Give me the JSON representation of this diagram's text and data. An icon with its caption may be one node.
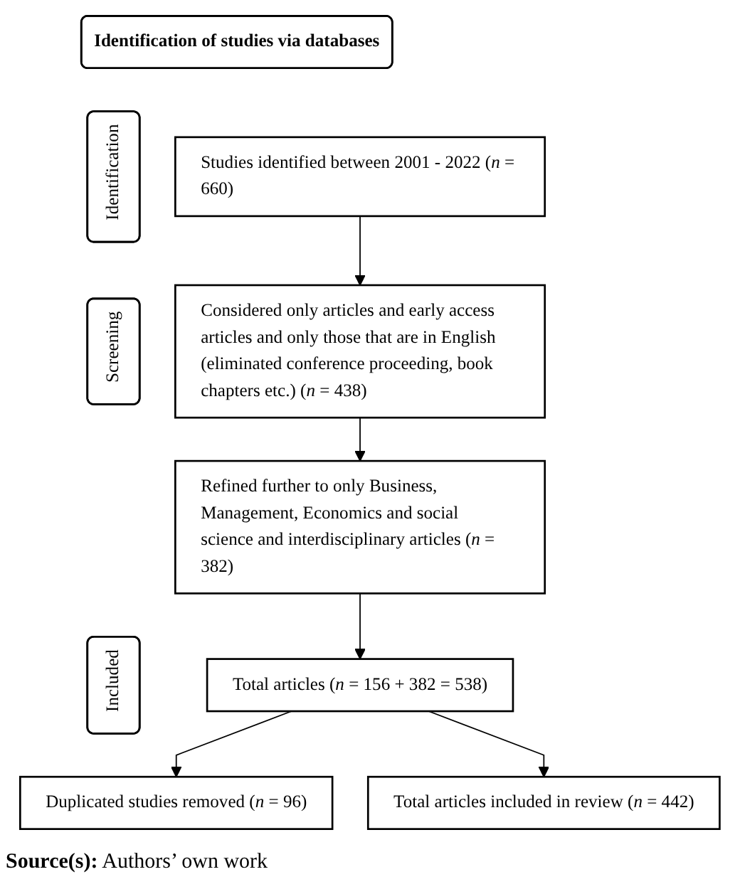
{
  "diagram": {
    "nodes": [
      {
        "text": [
          "Identification of studies via databases"
        ]
      },
      {
        "text": [
          "Identification"
        ]
      },
      {
        "text": [
          "Studies identified between 2001 - 2022 (*n* = 660)"
        ]
      },
      {
        "text": [
          "Screening"
        ]
      },
      {
        "text": [
          "Considered only articles and early access articles and only those that are in English (eliminated conference proceeding, book chapters etc.) (*n* = 438)"
        ]
      },
      {
        "text": [
          "Refined further to only Business, Management, Economics and social science and interdisciplinary articles (*n* = 382)"
        ]
      },
      {
        "text": [
          "Included"
        ]
      },
      {
        "text": [
          "Total articles (*n* = 156 + 382 = 538)"
        ]
      },
      {
        "text": [
          "Duplicated studies removed (*n* = 96)"
        ]
      },
      {
        "text": [
          "Total articles included in review (*n* = 442)"
        ]
      }
    ],
    "edges": [
      {
        "from": 2,
        "to": 4,
        "arrow": "to"
      },
      {
        "from": 4,
        "to": 5,
        "arrow": "to"
      },
      {
        "from": 5,
        "to": 7,
        "arrow": "to"
      },
      {
        "from": 7,
        "to": 8,
        "arrow": "to"
      },
      {
        "from": 7,
        "to": 9,
        "arrow": "to"
      }
    ],
    "caption": "**Source(s):** Authors’ own work"
  }
}
